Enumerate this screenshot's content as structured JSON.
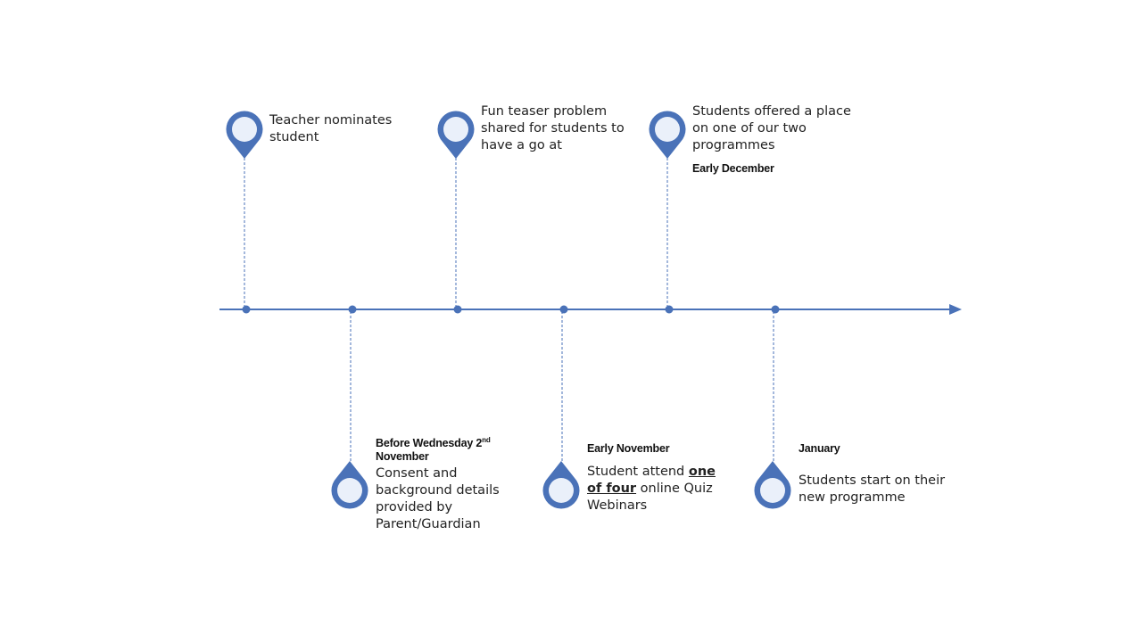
{
  "colors": {
    "axis": "#4a72b8",
    "pin_fill": "#4a72b8",
    "pin_inner": "#eaf0fa",
    "connector": "#4a72b8"
  },
  "milestones": [
    {
      "id": "teacher-nominates",
      "position": "above",
      "description": "Teacher  nominates student",
      "date": ""
    },
    {
      "id": "consent-details",
      "position": "below",
      "date": "Before Wednesday 2",
      "date_sup": "nd",
      "date_suffix": "November",
      "description": "Consent and background details provided by Parent/Guardian"
    },
    {
      "id": "teaser-problem",
      "position": "above",
      "description": "Fun teaser problem shared for students to have a go at",
      "date": ""
    },
    {
      "id": "quiz-webinars",
      "position": "below",
      "date": "Early November",
      "description_prefix": "Student attend ",
      "description_emphasis": "one of four",
      "description_suffix": " online Quiz Webinars"
    },
    {
      "id": "place-offered",
      "position": "above",
      "description": "Students offered a place on one of our two programmes",
      "date": "Early December"
    },
    {
      "id": "programme-start",
      "position": "below",
      "date": "January",
      "description": "Students start on their new programme"
    }
  ]
}
